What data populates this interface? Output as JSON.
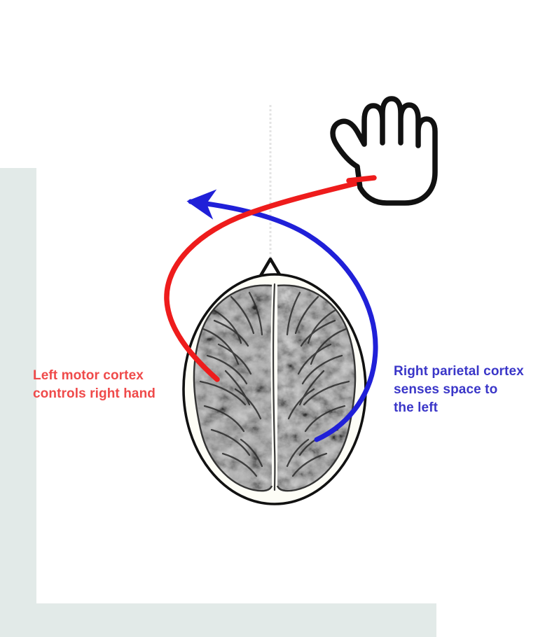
{
  "figure": {
    "title": "Brain hemispheres control and spatial attention diagram",
    "background_color": "#ffffff",
    "panel_color": "#e2eae8",
    "midline_color": "#e6e6e6",
    "outline_color": "#111111"
  },
  "captions": {
    "left": {
      "text": "Left motor cortex\ncontrols right hand",
      "color": "#ef4a4a",
      "line1": "Left motor cortex",
      "line2": "controls right hand"
    },
    "right": {
      "text": "Right parietal cortex\nsenses space to\nthe left",
      "color": "#3a36c8",
      "line1": "Right parietal cortex",
      "line2": "senses space to",
      "line3": "the left"
    }
  },
  "arrows": {
    "red": {
      "color": "#ee1c1c",
      "label": "left-motor-cortex-to-right-hand",
      "from": "left motor cortex",
      "to": "right hand",
      "arrowhead": false
    },
    "blue": {
      "color": "#2020d8",
      "label": "right-parietal-cortex-to-left-space",
      "from": "right parietal cortex",
      "to": "space to the left",
      "arrowhead": true,
      "arrowhead_direction": "left"
    }
  },
  "icons": {
    "hand": "open-hand-icon",
    "head": "head-outline-icon",
    "nose": "nose-marker-icon",
    "brain": "brain-axial-view-icon",
    "midline": "midline-dotted-icon"
  }
}
